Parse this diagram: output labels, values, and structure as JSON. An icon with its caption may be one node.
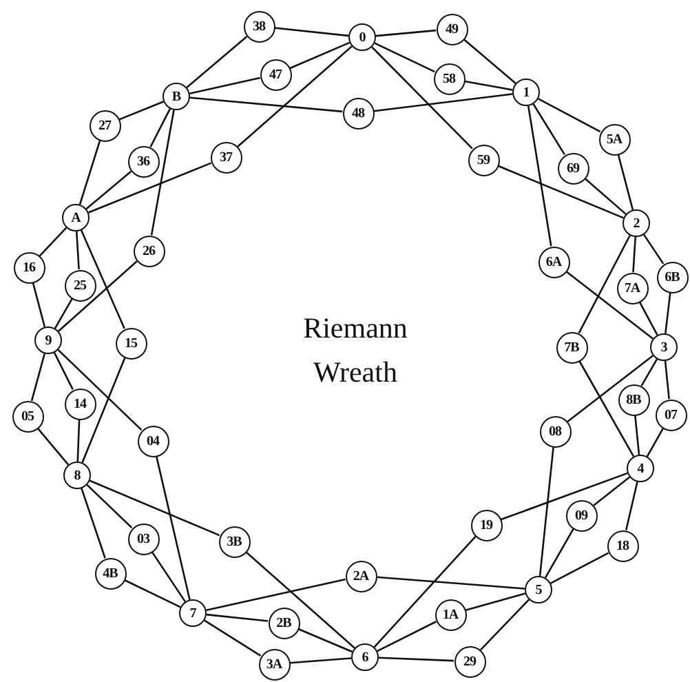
{
  "diagram": {
    "title": "Riemann Wreath",
    "nodes": [
      {
        "text": [
          "0"
        ]
      },
      {
        "text": [
          "1"
        ]
      },
      {
        "text": [
          "2"
        ]
      },
      {
        "text": [
          "3"
        ]
      },
      {
        "text": [
          "4"
        ]
      },
      {
        "text": [
          "5"
        ]
      },
      {
        "text": [
          "6"
        ]
      },
      {
        "text": [
          "7"
        ]
      },
      {
        "text": [
          "8"
        ]
      },
      {
        "text": [
          "9"
        ]
      },
      {
        "text": [
          "A"
        ]
      },
      {
        "text": [
          "B"
        ]
      },
      {
        "text": [
          "38"
        ]
      },
      {
        "text": [
          "47"
        ]
      },
      {
        "text": [
          "48"
        ]
      },
      {
        "text": [
          "37"
        ]
      },
      {
        "text": [
          "49"
        ]
      },
      {
        "text": [
          "58"
        ]
      },
      {
        "text": [
          "59"
        ]
      },
      {
        "text": [
          "27"
        ]
      },
      {
        "text": [
          "36"
        ]
      },
      {
        "text": [
          "26"
        ]
      },
      {
        "text": [
          "5A"
        ]
      },
      {
        "text": [
          "69"
        ]
      },
      {
        "text": [
          "6A"
        ]
      },
      {
        "text": [
          "7A"
        ]
      },
      {
        "text": [
          "6B"
        ]
      },
      {
        "text": [
          "7B"
        ]
      },
      {
        "text": [
          "16"
        ]
      },
      {
        "text": [
          "25"
        ]
      },
      {
        "text": [
          "15"
        ]
      },
      {
        "text": [
          "05"
        ]
      },
      {
        "text": [
          "14"
        ]
      },
      {
        "text": [
          "04"
        ]
      },
      {
        "text": [
          "08"
        ]
      },
      {
        "text": [
          "8B"
        ]
      },
      {
        "text": [
          "07"
        ]
      },
      {
        "text": [
          "03"
        ]
      },
      {
        "text": [
          "4B"
        ]
      },
      {
        "text": [
          "3B"
        ]
      },
      {
        "text": [
          "09"
        ]
      },
      {
        "text": [
          "18"
        ]
      },
      {
        "text": [
          "19"
        ]
      },
      {
        "text": [
          "2A"
        ]
      },
      {
        "text": [
          "2B"
        ]
      },
      {
        "text": [
          "3A"
        ]
      },
      {
        "text": [
          "1A"
        ]
      },
      {
        "text": [
          "29"
        ]
      }
    ],
    "edges": [
      {
        "from": 12,
        "to": 0,
        "arrow": "none"
      },
      {
        "from": 12,
        "to": 11,
        "arrow": "none"
      },
      {
        "from": 13,
        "to": 0,
        "arrow": "none"
      },
      {
        "from": 13,
        "to": 11,
        "arrow": "none"
      },
      {
        "from": 14,
        "to": 11,
        "arrow": "none"
      },
      {
        "from": 14,
        "to": 1,
        "arrow": "none"
      },
      {
        "from": 15,
        "to": 0,
        "arrow": "none"
      },
      {
        "from": 15,
        "to": 10,
        "arrow": "none"
      },
      {
        "from": 16,
        "to": 0,
        "arrow": "none"
      },
      {
        "from": 16,
        "to": 1,
        "arrow": "none"
      },
      {
        "from": 17,
        "to": 0,
        "arrow": "none"
      },
      {
        "from": 17,
        "to": 1,
        "arrow": "none"
      },
      {
        "from": 18,
        "to": 0,
        "arrow": "none"
      },
      {
        "from": 18,
        "to": 2,
        "arrow": "none"
      },
      {
        "from": 19,
        "to": 11,
        "arrow": "none"
      },
      {
        "from": 19,
        "to": 10,
        "arrow": "none"
      },
      {
        "from": 20,
        "to": 11,
        "arrow": "none"
      },
      {
        "from": 20,
        "to": 10,
        "arrow": "none"
      },
      {
        "from": 21,
        "to": 11,
        "arrow": "none"
      },
      {
        "from": 21,
        "to": 9,
        "arrow": "none"
      },
      {
        "from": 22,
        "to": 1,
        "arrow": "none"
      },
      {
        "from": 22,
        "to": 2,
        "arrow": "none"
      },
      {
        "from": 23,
        "to": 1,
        "arrow": "none"
      },
      {
        "from": 23,
        "to": 2,
        "arrow": "none"
      },
      {
        "from": 24,
        "to": 1,
        "arrow": "none"
      },
      {
        "from": 24,
        "to": 3,
        "arrow": "none"
      },
      {
        "from": 25,
        "to": 2,
        "arrow": "none"
      },
      {
        "from": 25,
        "to": 3,
        "arrow": "none"
      },
      {
        "from": 26,
        "to": 2,
        "arrow": "none"
      },
      {
        "from": 26,
        "to": 3,
        "arrow": "none"
      },
      {
        "from": 27,
        "to": 2,
        "arrow": "none"
      },
      {
        "from": 27,
        "to": 4,
        "arrow": "none"
      },
      {
        "from": 28,
        "to": 10,
        "arrow": "none"
      },
      {
        "from": 28,
        "to": 9,
        "arrow": "none"
      },
      {
        "from": 29,
        "to": 10,
        "arrow": "none"
      },
      {
        "from": 29,
        "to": 9,
        "arrow": "none"
      },
      {
        "from": 30,
        "to": 10,
        "arrow": "none"
      },
      {
        "from": 30,
        "to": 8,
        "arrow": "none"
      },
      {
        "from": 31,
        "to": 9,
        "arrow": "none"
      },
      {
        "from": 31,
        "to": 8,
        "arrow": "none"
      },
      {
        "from": 32,
        "to": 9,
        "arrow": "none"
      },
      {
        "from": 32,
        "to": 8,
        "arrow": "none"
      },
      {
        "from": 33,
        "to": 9,
        "arrow": "none"
      },
      {
        "from": 33,
        "to": 7,
        "arrow": "none"
      },
      {
        "from": 34,
        "to": 3,
        "arrow": "none"
      },
      {
        "from": 34,
        "to": 5,
        "arrow": "none"
      },
      {
        "from": 35,
        "to": 3,
        "arrow": "none"
      },
      {
        "from": 35,
        "to": 4,
        "arrow": "none"
      },
      {
        "from": 36,
        "to": 3,
        "arrow": "none"
      },
      {
        "from": 36,
        "to": 4,
        "arrow": "none"
      },
      {
        "from": 37,
        "to": 8,
        "arrow": "none"
      },
      {
        "from": 37,
        "to": 7,
        "arrow": "none"
      },
      {
        "from": 38,
        "to": 8,
        "arrow": "none"
      },
      {
        "from": 38,
        "to": 7,
        "arrow": "none"
      },
      {
        "from": 39,
        "to": 8,
        "arrow": "none"
      },
      {
        "from": 39,
        "to": 6,
        "arrow": "none"
      },
      {
        "from": 40,
        "to": 4,
        "arrow": "none"
      },
      {
        "from": 40,
        "to": 5,
        "arrow": "none"
      },
      {
        "from": 41,
        "to": 4,
        "arrow": "none"
      },
      {
        "from": 41,
        "to": 5,
        "arrow": "none"
      },
      {
        "from": 42,
        "to": 4,
        "arrow": "none"
      },
      {
        "from": 42,
        "to": 6,
        "arrow": "none"
      },
      {
        "from": 43,
        "to": 7,
        "arrow": "none"
      },
      {
        "from": 43,
        "to": 5,
        "arrow": "none"
      },
      {
        "from": 44,
        "to": 7,
        "arrow": "none"
      },
      {
        "from": 44,
        "to": 6,
        "arrow": "none"
      },
      {
        "from": 45,
        "to": 7,
        "arrow": "none"
      },
      {
        "from": 45,
        "to": 6,
        "arrow": "none"
      },
      {
        "from": 46,
        "to": 6,
        "arrow": "none"
      },
      {
        "from": 46,
        "to": 5,
        "arrow": "none"
      },
      {
        "from": 47,
        "to": 6,
        "arrow": "none"
      },
      {
        "from": 47,
        "to": 5,
        "arrow": "none"
      }
    ]
  }
}
